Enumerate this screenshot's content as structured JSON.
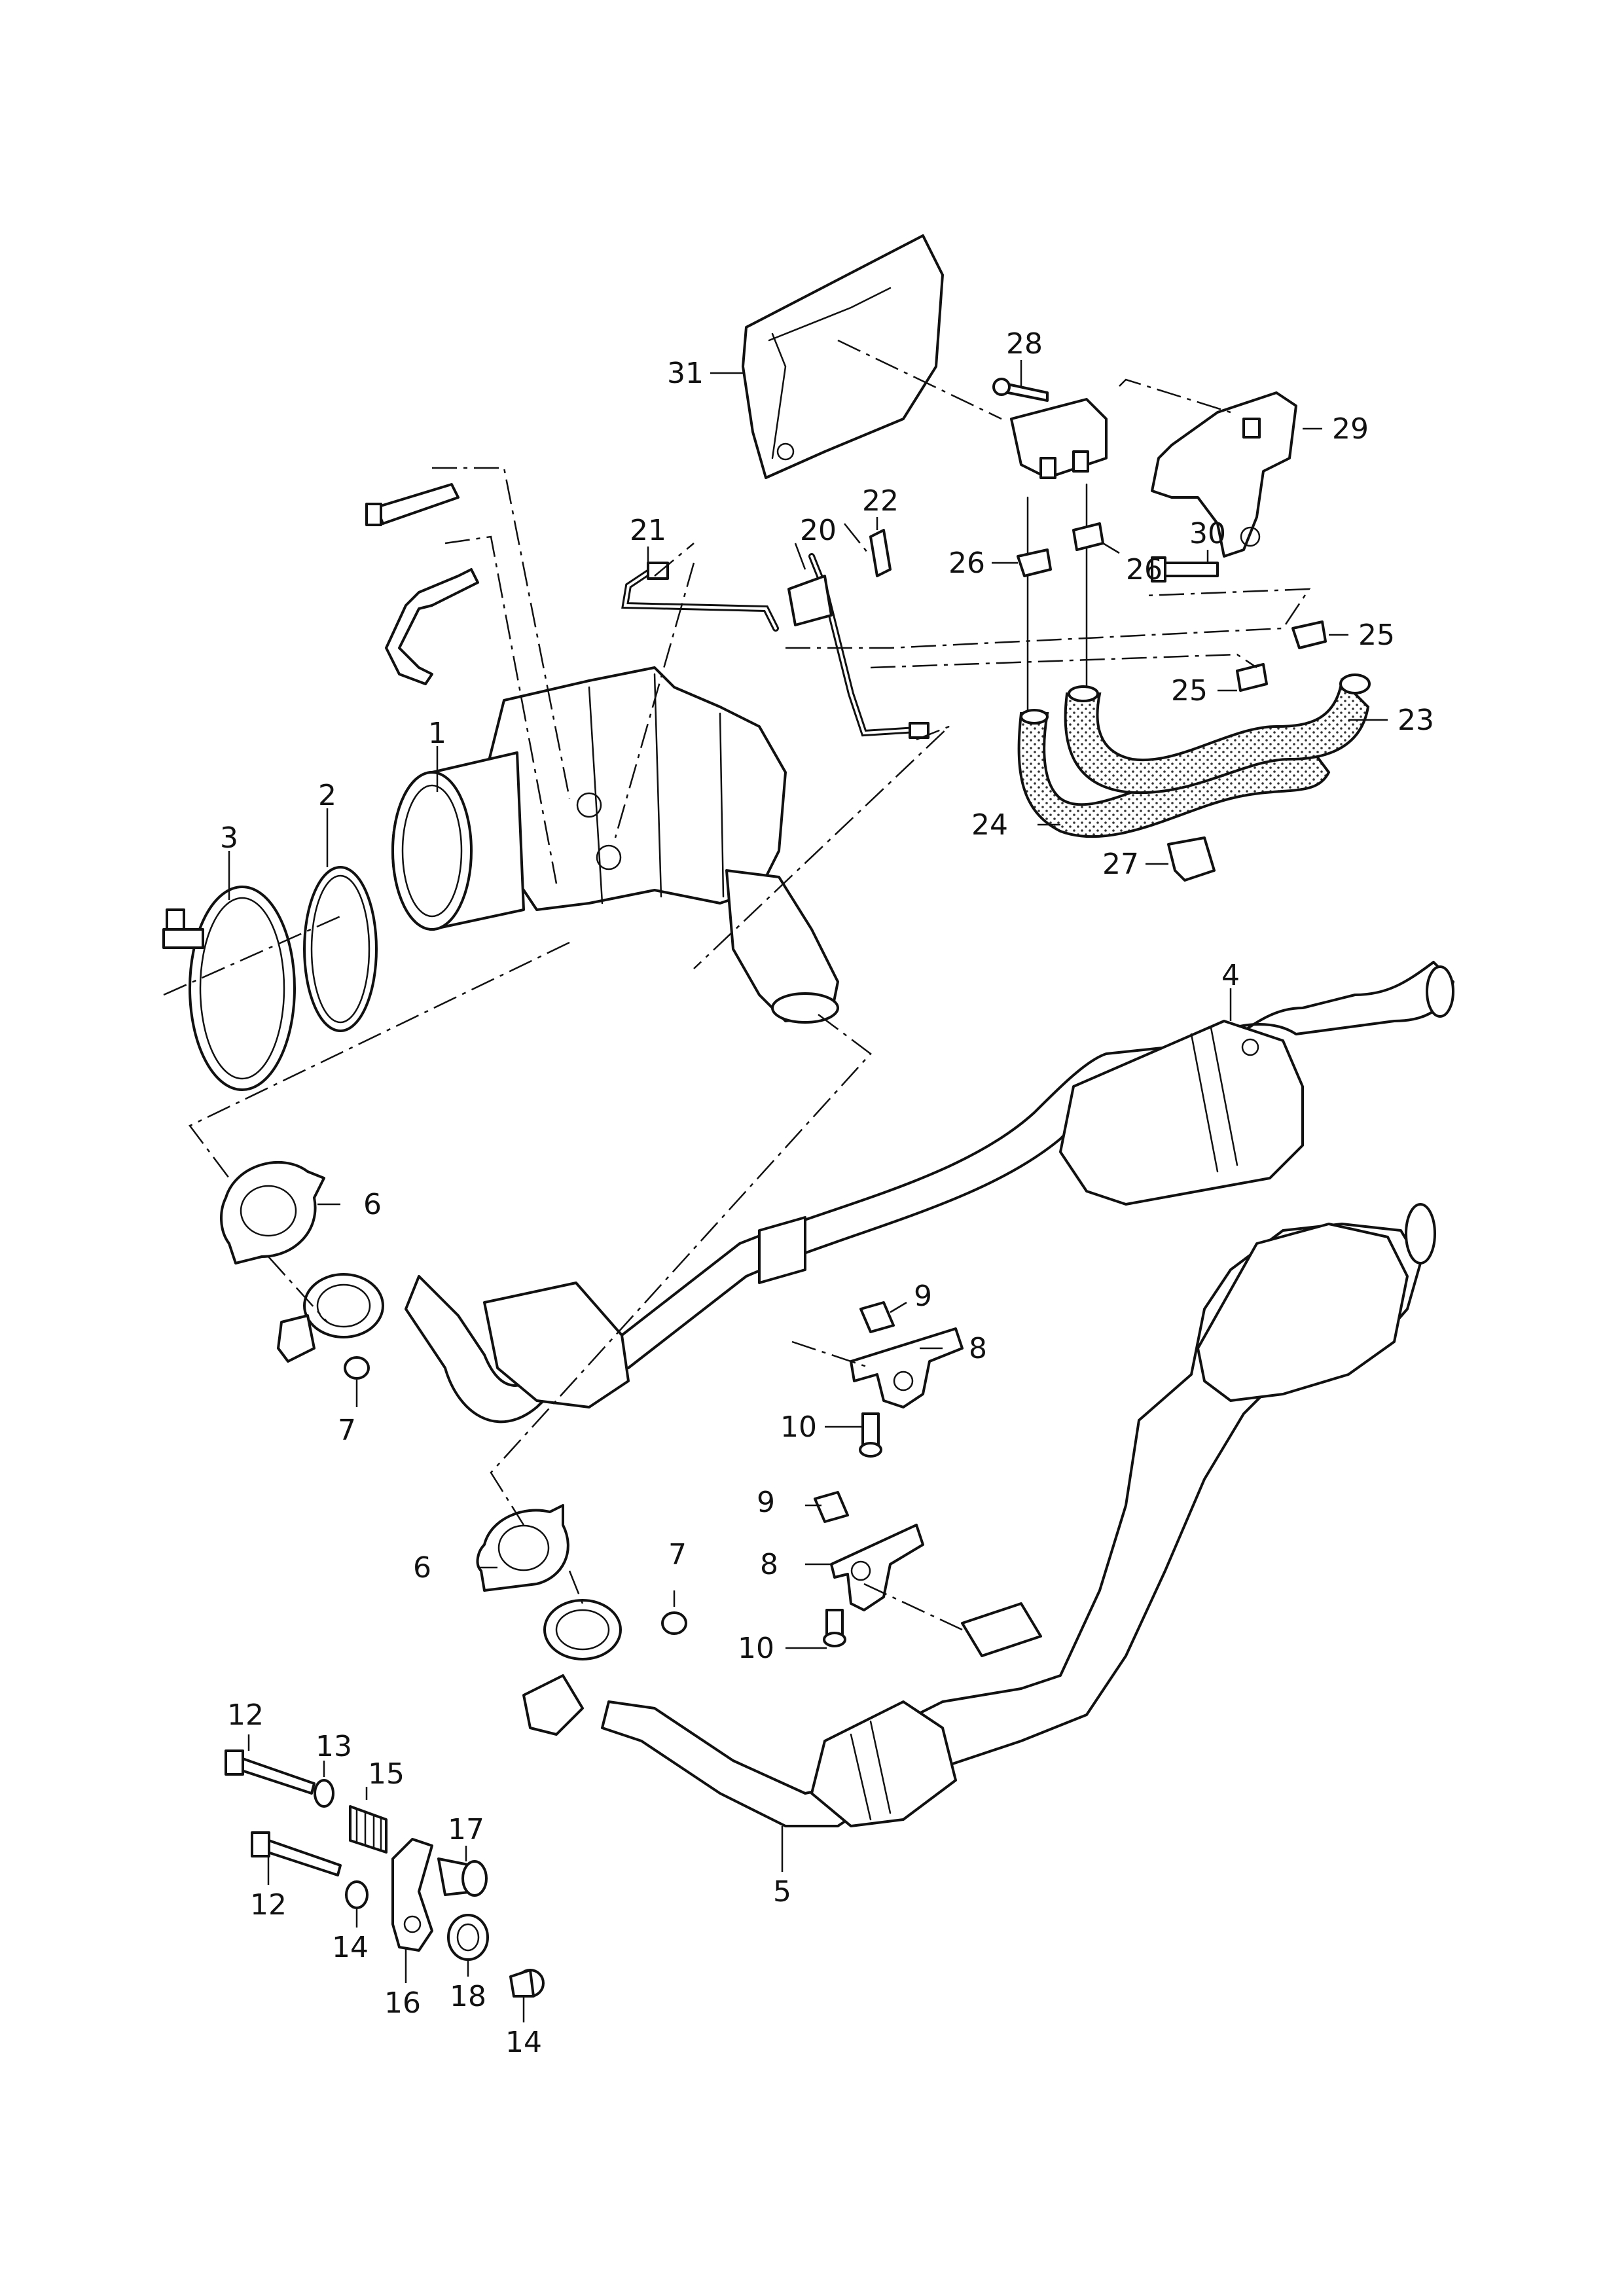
{
  "callouts": {
    "c1": "1",
    "c2": "2",
    "c3": "3",
    "c4": "4",
    "c5": "5",
    "c6a": "6",
    "c6b": "6",
    "c7a": "7",
    "c7b": "7",
    "c8a": "8",
    "c8b": "8",
    "c9a": "9",
    "c9b": "9",
    "c10a": "10",
    "c10b": "10",
    "c12a": "12",
    "c12b": "12",
    "c13": "13",
    "c14a": "14",
    "c14b": "14",
    "c15": "15",
    "c16": "16",
    "c17": "17",
    "c18": "18",
    "c20": "20",
    "c21": "21",
    "c22": "22",
    "c23": "23",
    "c24": "24",
    "c25a": "25",
    "c25b": "25",
    "c26a": "26",
    "c26b": "26",
    "c27": "27",
    "c28": "28",
    "c29": "29",
    "c30": "30",
    "c31": "31"
  }
}
